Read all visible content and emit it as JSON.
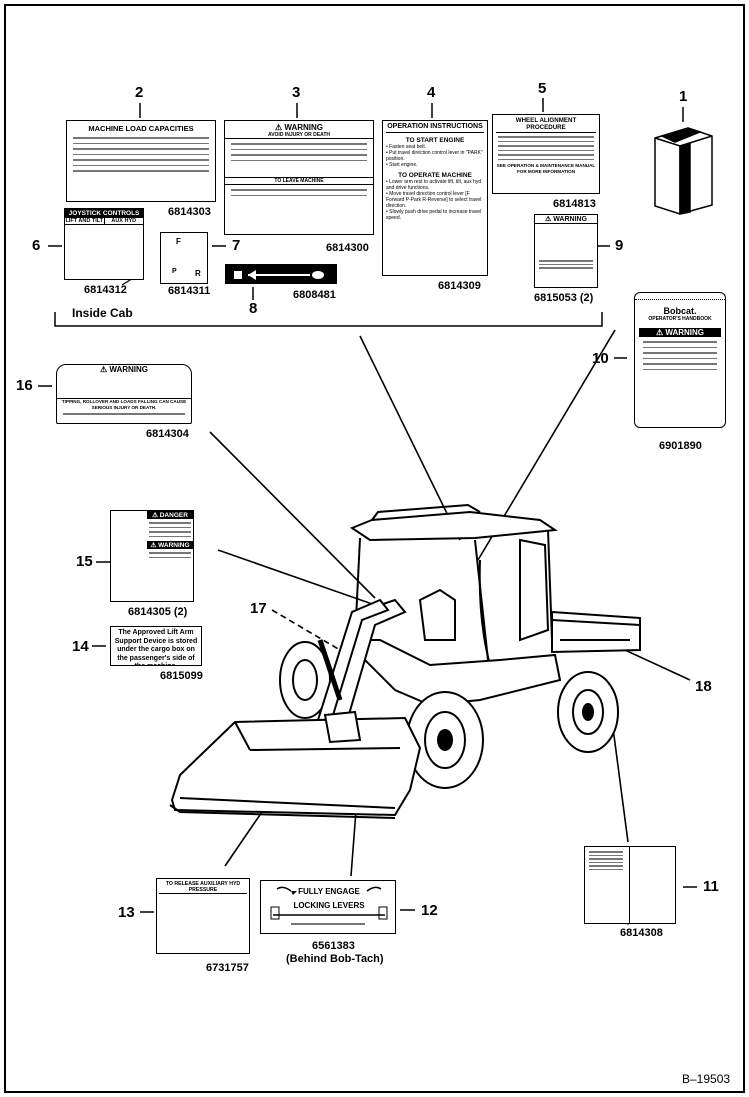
{
  "figure_id": "B–19503",
  "group_label": "Inside Cab",
  "decals": [
    {
      "callout": "1"
    },
    {
      "callout": "2",
      "part": "6814303",
      "title": "MACHINE LOAD CAPACITIES"
    },
    {
      "callout": "3",
      "part": "6814300",
      "header": "WARNING",
      "sub": "AVOID INJURY OR DEATH",
      "leave_title": "TO LEAVE MACHINE"
    },
    {
      "callout": "4",
      "part": "6814309",
      "title": "OPERATION INSTRUCTIONS",
      "start_title": "TO START ENGINE",
      "start_steps": [
        "• Fasten seat belt.",
        "• Put travel direction control lever in \"PARK\" position.",
        "• Start engine."
      ],
      "operate_title": "TO OPERATE MACHINE",
      "operate_steps": [
        "• Lower arm rest to activate lift, tilt, aux hyd and drive functions.",
        "• Move travel direction control lever [F Forward P-Park R-Reverse] to select travel direction.",
        "• Slowly push drive pedal to increase travel speed."
      ]
    },
    {
      "callout": "5",
      "part": "6814813",
      "title": "WHEEL ALIGNMENT PROCEDURE",
      "footer": "SEE OPERATION & MAINTENANCE MANUAL FOR MORE INFORMATION"
    },
    {
      "callout": "6",
      "part": "6814312",
      "title": "JOYSTICK CONTROLS",
      "col1": "LIFT AND TILT",
      "col2": "AUX HYD"
    },
    {
      "callout": "7",
      "part": "6814311",
      "labels": [
        "F",
        "P",
        "R"
      ]
    },
    {
      "callout": "8",
      "part": "6808481"
    },
    {
      "callout": "9",
      "part": "6815053 (2)",
      "header": "WARNING"
    },
    {
      "callout": "10",
      "part": "6901890",
      "brand": "Bobcat.",
      "sub": "OPERATOR'S HANDBOOK",
      "header": "WARNING"
    },
    {
      "callout": "11",
      "part": "6814308"
    },
    {
      "callout": "12",
      "part": "6561383",
      "note": "(Behind Bob-Tach)",
      "line1": "FULLY ENGAGE",
      "line2": "LOCKING LEVERS"
    },
    {
      "callout": "13",
      "part": "6731757",
      "title": "TO RELEASE AUXILIARY HYD PRESSURE"
    },
    {
      "callout": "14",
      "part": "6815099",
      "text": "The Approved Lift Arm Support Device is stored under the cargo box on the passenger's side of the machine."
    },
    {
      "callout": "15",
      "part": "6814305 (2)",
      "header1": "DANGER",
      "header2": "WARNING"
    },
    {
      "callout": "16",
      "part": "6814304",
      "header": "WARNING",
      "sub": "TIPPING, ROLLOVER AND LOADS FALLING CAN CAUSE SERIOUS INJURY OR DEATH."
    },
    {
      "callout": "17"
    },
    {
      "callout": "18"
    }
  ]
}
